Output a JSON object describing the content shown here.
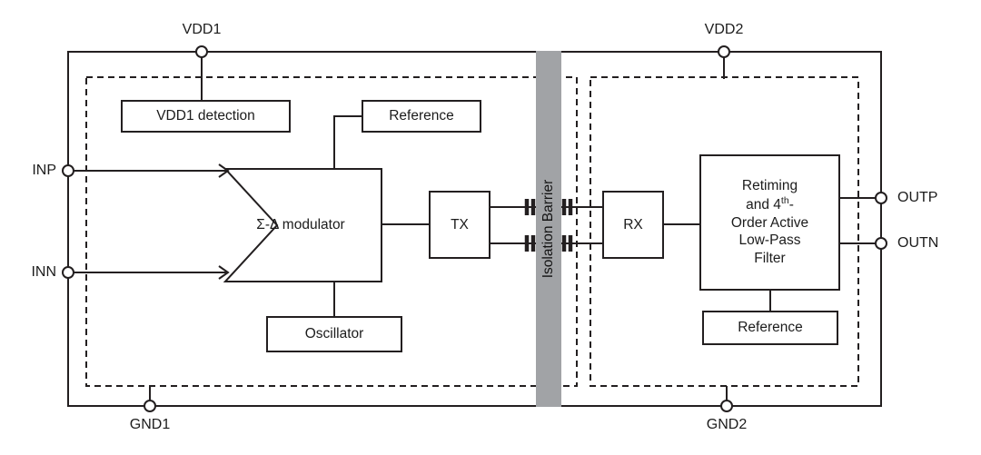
{
  "diagram": {
    "pins": {
      "vdd1": "VDD1",
      "vdd2": "VDD2",
      "gnd1": "GND1",
      "gnd2": "GND2",
      "inp": "INP",
      "inn": "INN",
      "outp": "OUTP",
      "outn": "OUTN"
    },
    "blocks": {
      "vdd1_detection": "VDD1 detection",
      "reference_left": "Reference",
      "modulator": "Σ-Δ modulator",
      "tx": "TX",
      "rx": "RX",
      "oscillator": "Oscillator",
      "reference_right": "Reference",
      "retiming": {
        "l1": "Retiming",
        "l2a": "and 4",
        "l2sup": "th",
        "l2b": "-",
        "l3": "Order Active",
        "l4": "Low-Pass",
        "l5": "Filter"
      }
    },
    "barrier": {
      "label": "Isolation Barrier",
      "fill": "#a1a3a6"
    },
    "colors": {
      "line": "#231f20",
      "background": "#ffffff"
    }
  }
}
